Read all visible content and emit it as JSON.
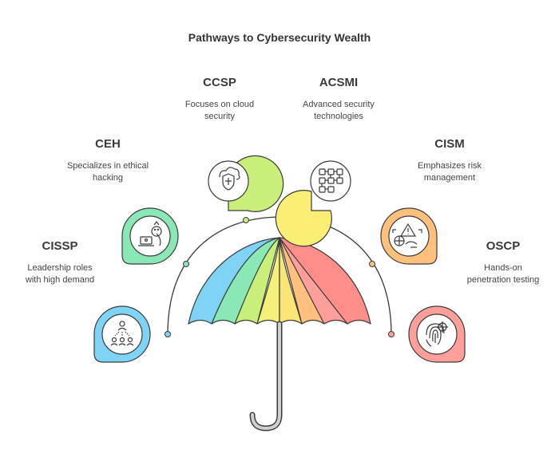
{
  "title": "Pathways to Cybersecurity Wealth",
  "items": [
    {
      "name": "CISSP",
      "desc_line1": "Leadership roles",
      "desc_line2": "with high demand",
      "color": "#4fb8e6",
      "fill": "#7fd4f5",
      "icon": "team-leader-icon"
    },
    {
      "name": "CEH",
      "desc_line1": "Specializes in ethical",
      "desc_line2": "hacking",
      "color": "#5fd39a",
      "fill": "#8ae8b6",
      "icon": "ethical-hacker-icon"
    },
    {
      "name": "CCSP",
      "desc_line1": "Focuses on cloud",
      "desc_line2": "security",
      "color": "#a6d94a",
      "fill": "#c9ee7a",
      "icon": "cloud-shield-icon"
    },
    {
      "name": "ACSMI",
      "desc_line1": "Advanced security",
      "desc_line2": "technologies",
      "color": "#f2df3e",
      "fill": "#fbee75",
      "icon": "network-grid-icon"
    },
    {
      "name": "CISM",
      "desc_line1": "Emphasizes risk",
      "desc_line2": "management",
      "color": "#f6a24b",
      "fill": "#ffc07d",
      "icon": "risk-management-icon"
    },
    {
      "name": "OSCP",
      "desc_line1": "Hands-on",
      "desc_line2": "penetration testing",
      "color": "#f07a76",
      "fill": "#ff9f9b",
      "icon": "fingerprint-target-icon"
    }
  ]
}
